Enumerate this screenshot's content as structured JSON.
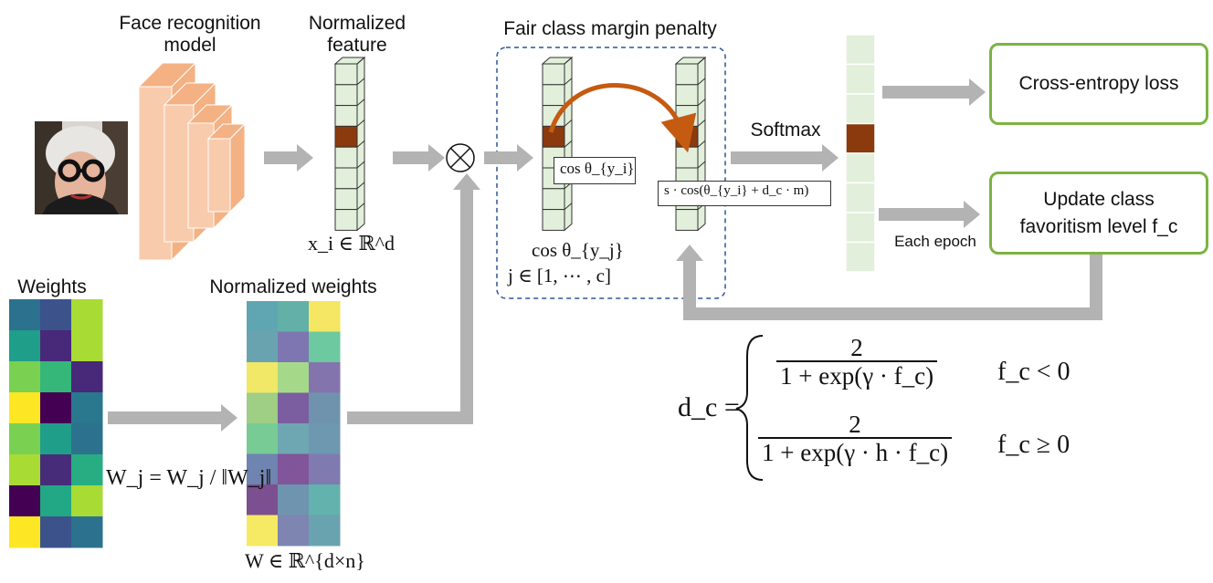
{
  "labels": {
    "face_model": "Face recognition\nmodel",
    "normalized_feature": "Normalized\nfeature",
    "feature_math": "x_i ∈ ℝ^d",
    "fair_penalty": "Fair class margin penalty",
    "softmax": "Softmax",
    "each_epoch": "Each epoch",
    "weights": "Weights",
    "normalized_weights": "Normalized weights",
    "weight_space": "W ∈ ℝ^{d×n}",
    "cos_theta_j": "cos θ_{y_j}",
    "j_range": "j ∈ [1, ⋯ , c]"
  },
  "boxes": {
    "cross_entropy": "Cross-entropy loss",
    "update_class": "Update class favoritism level f_c"
  },
  "callouts": {
    "cos_yi": "cos θ_{y_i}",
    "margin": "s · cos(θ_{y_i} + d_c · m)"
  },
  "formulas": {
    "normalize": "W_j = W_j / ‖W_j‖",
    "dc_lhs": "d_c =",
    "case1_num": "2",
    "case1_den": "1 + exp(γ · f_c)",
    "case1_cond": "f_c < 0",
    "case2_num": "2",
    "case2_den": "1 + exp(γ · h · f_c)",
    "case2_cond": "f_c ≥ 0",
    "multiply_symbol": "⊗"
  },
  "colors": {
    "cell": "#e2efda",
    "highlight": "#8b3a0e",
    "arrow": "#b3b3b3",
    "curve_arrow": "#c55a11",
    "box_border": "#7cb342",
    "cnn_face": "#f8cbad",
    "cnn_side": "#f4b183",
    "dashed_border": "#2f5597"
  },
  "weights_matrix": [
    [
      "#2c728e",
      "#3b528b",
      "#a8db34"
    ],
    [
      "#1f9e89",
      "#482878",
      "#a8db34"
    ],
    [
      "#7ad151",
      "#35b779",
      "#482878"
    ],
    [
      "#fde725",
      "#440154",
      "#2a788e"
    ],
    [
      "#7ad151",
      "#1f9e89",
      "#2c728e"
    ],
    [
      "#a8db34",
      "#472c7a",
      "#27ad81"
    ],
    [
      "#440154",
      "#22a884",
      "#a8db34"
    ],
    [
      "#fde725",
      "#3b528b",
      "#2c728e"
    ]
  ],
  "normalized_matrix": [
    [
      "#5fa6b2",
      "#62b0a8",
      "#f5e663"
    ],
    [
      "#6aa3b0",
      "#7d76b0",
      "#6cc9a0"
    ],
    [
      "#f1e867",
      "#a6d88a",
      "#8474ad"
    ],
    [
      "#9fce85",
      "#7b5ea0",
      "#6f93ad"
    ],
    [
      "#79cb95",
      "#6ea7b2",
      "#6d98b0"
    ],
    [
      "#6f84b0",
      "#80559a",
      "#7f7bb0"
    ],
    [
      "#7c4f90",
      "#6f94af",
      "#63b2ae"
    ],
    [
      "#f6ea64",
      "#7d85b0",
      "#6aa3b0"
    ]
  ]
}
